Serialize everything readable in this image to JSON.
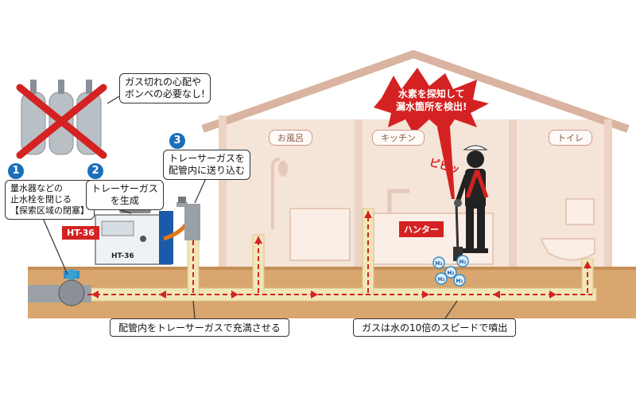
{
  "colors": {
    "house_wall": "#f5e4d8",
    "ground": "#d8a66e",
    "pipe": "#f2e6b8",
    "arrow": "#d42222",
    "number_badge": "#1b6fb8"
  },
  "callouts": {
    "no_cylinder": [
      "ガス切れの心配や",
      "ボンベの必要なし!"
    ],
    "step1": [
      "量水器などの",
      "止水栓を閉じる",
      "【探索区域の閉塞】"
    ],
    "step2": [
      "トレーサーガス",
      "を生成"
    ],
    "step3": [
      "トレーサーガスを",
      "配管内に送り込む"
    ]
  },
  "steps": [
    "1",
    "2",
    "3"
  ],
  "rooms": [
    "お風呂",
    "キッチン",
    "トイレ"
  ],
  "machine": {
    "model_tag": "HT-36",
    "panel_label": "HT-36"
  },
  "detection": [
    "水素を探知して",
    "漏水箇所を検出!"
  ],
  "hunter_label": "ハンター",
  "sound_effect": "ピピッ",
  "gas_symbol": "H₂",
  "bottom_labels": {
    "fill": "配管内をトレーサーガスで充満させる",
    "speed": "ガスは水の10倍のスピードで噴出"
  },
  "icons": [
    "gas-cylinder-icon",
    "cross-mark-icon",
    "faucet-icon",
    "shower-icon",
    "toilet-icon",
    "worker-icon",
    "detector-icon",
    "water-meter-icon"
  ]
}
